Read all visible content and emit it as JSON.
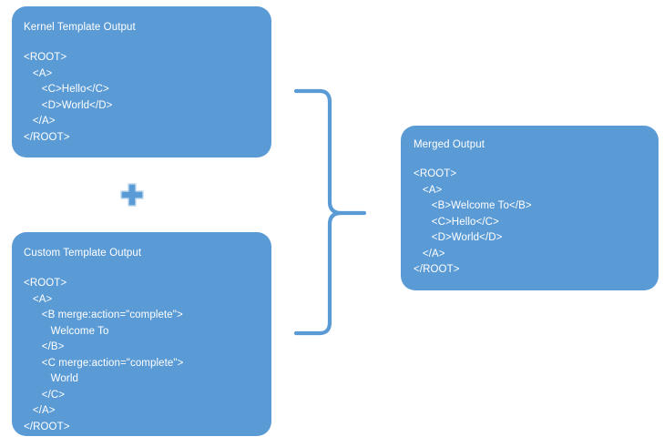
{
  "diagram": {
    "accent_color": "#5B9BD5",
    "background_color": "#FFFFFF",
    "text_color": "#FFFFFF",
    "boxes": [
      {
        "id": "kernel-template-output",
        "title": "Kernel Template Output",
        "code": "<ROOT>\n   <A>\n      <C>Hello</C>\n      <D>World</D>\n   </A>\n</ROOT>"
      },
      {
        "id": "custom-template-output",
        "title": "Custom Template Output",
        "code": "<ROOT>\n   <A>\n      <B merge:action=\"complete\">\n         Welcome To\n      </B>\n      <C merge:action=\"complete\">\n         World\n      </C>\n   </A>\n</ROOT>"
      },
      {
        "id": "merged-output",
        "title": "Merged Output",
        "code": "<ROOT>\n   <A>\n      <B>Welcome To</B>\n      <C>Hello</C>\n      <D>World</D>\n   </A>\n</ROOT>"
      }
    ],
    "connectors": {
      "plus_operator": "plus-icon",
      "brace": "right-curly-brace-icon"
    }
  }
}
